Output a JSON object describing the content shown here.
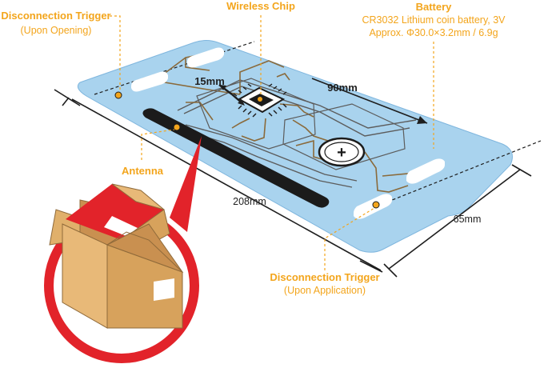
{
  "labels": {
    "wireless_chip": "Wireless Chip",
    "battery_title": "Battery",
    "battery_line1": "CR3032 Lithium coin battery, 3V",
    "battery_line2": "Approx. Φ30.0×3.2mm / 6.9g",
    "disconnect_open_title": "Disconnection Trigger",
    "disconnect_open_sub": "(Upon Opening)",
    "disconnect_apply_title": "Disconnection Trigger",
    "disconnect_apply_sub": "(Upon Application)",
    "antenna": "Antenna"
  },
  "dimensions": {
    "chip_size": "15mm",
    "length_inner": "90mm",
    "length_total": "208mm",
    "width_total": "65mm"
  },
  "battery_symbol": "+",
  "colors": {
    "label_orange": "#f3a51c",
    "panel_blue": "#a9d3ee",
    "trace_brown": "#8a6a3b",
    "antenna_black": "#1b1b1b",
    "circle_red": "#e2232a",
    "box_tan": "#d7a25c"
  }
}
